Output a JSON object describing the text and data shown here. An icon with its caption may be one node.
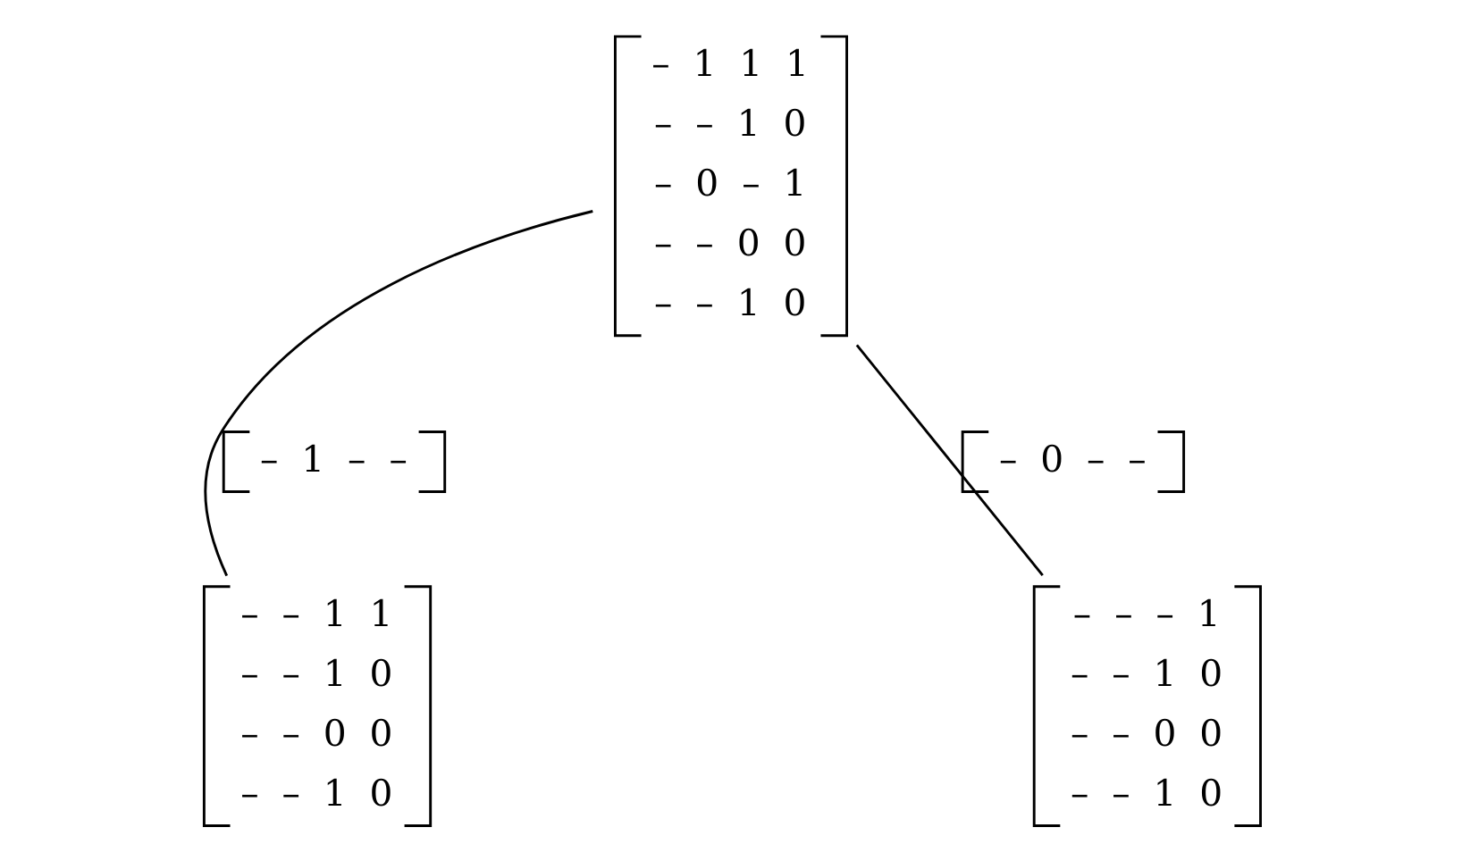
{
  "diagram": {
    "nodes": [
      {
        "text": [
          "– 1 1 1",
          "– – 1 0",
          "– 0 – 1",
          "– – 0 0",
          "– – 1 0"
        ]
      },
      {
        "text": [
          "– – 1 1",
          "– – 1 0",
          "– – 0 0",
          "– – 1 0"
        ]
      },
      {
        "text": [
          "– – – 1",
          "– – 1 0",
          "– – 0 0",
          "– – 1 0"
        ]
      }
    ],
    "edges": [
      {
        "from": 0,
        "to": 1,
        "arrow": "none",
        "label": "– 1 – –"
      },
      {
        "from": 0,
        "to": 2,
        "arrow": "none",
        "label": "– 0 – –"
      }
    ]
  }
}
